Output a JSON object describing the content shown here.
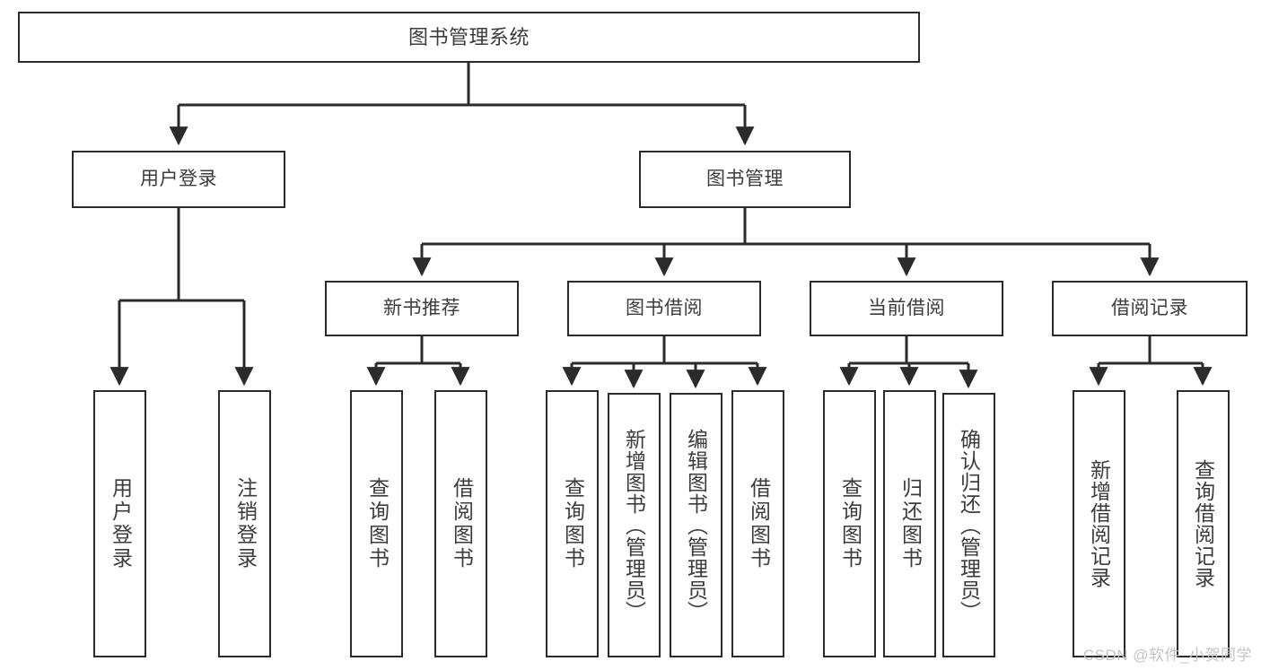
{
  "diagram": {
    "type": "hierarchy-tree",
    "title": "图书管理系统",
    "stroke_color": "#2b2b2b",
    "text_color": "#3c3c3c",
    "background_color": "#ffffff",
    "nodes": {
      "root": {
        "label": "图书管理系统"
      },
      "level2": [
        {
          "label": "用户登录"
        },
        {
          "label": "图书管理"
        }
      ],
      "level3": [
        {
          "label": "新书推荐"
        },
        {
          "label": "图书借阅"
        },
        {
          "label": "当前借阅"
        },
        {
          "label": "借阅记录"
        }
      ],
      "leaves": [
        {
          "label": "用户登录",
          "parent": "用户登录"
        },
        {
          "label": "注销登录",
          "parent": "用户登录"
        },
        {
          "label": "查询图书",
          "parent": "新书推荐"
        },
        {
          "label": "借阅图书",
          "parent": "新书推荐"
        },
        {
          "label": "查询图书",
          "parent": "图书借阅"
        },
        {
          "label": "新增图书（管理员）",
          "parent": "图书借阅"
        },
        {
          "label": "编辑图书（管理员）",
          "parent": "图书借阅"
        },
        {
          "label": "借阅图书",
          "parent": "图书借阅"
        },
        {
          "label": "查询图书",
          "parent": "当前借阅"
        },
        {
          "label": "归还图书",
          "parent": "当前借阅"
        },
        {
          "label": "确认归还（管理员）",
          "parent": "当前借阅"
        },
        {
          "label": "新增借阅记录",
          "parent": "借阅记录"
        },
        {
          "label": "查询借阅记录",
          "parent": "借阅记录"
        }
      ]
    },
    "watermark": "CSDN @软件_小贺同学"
  }
}
